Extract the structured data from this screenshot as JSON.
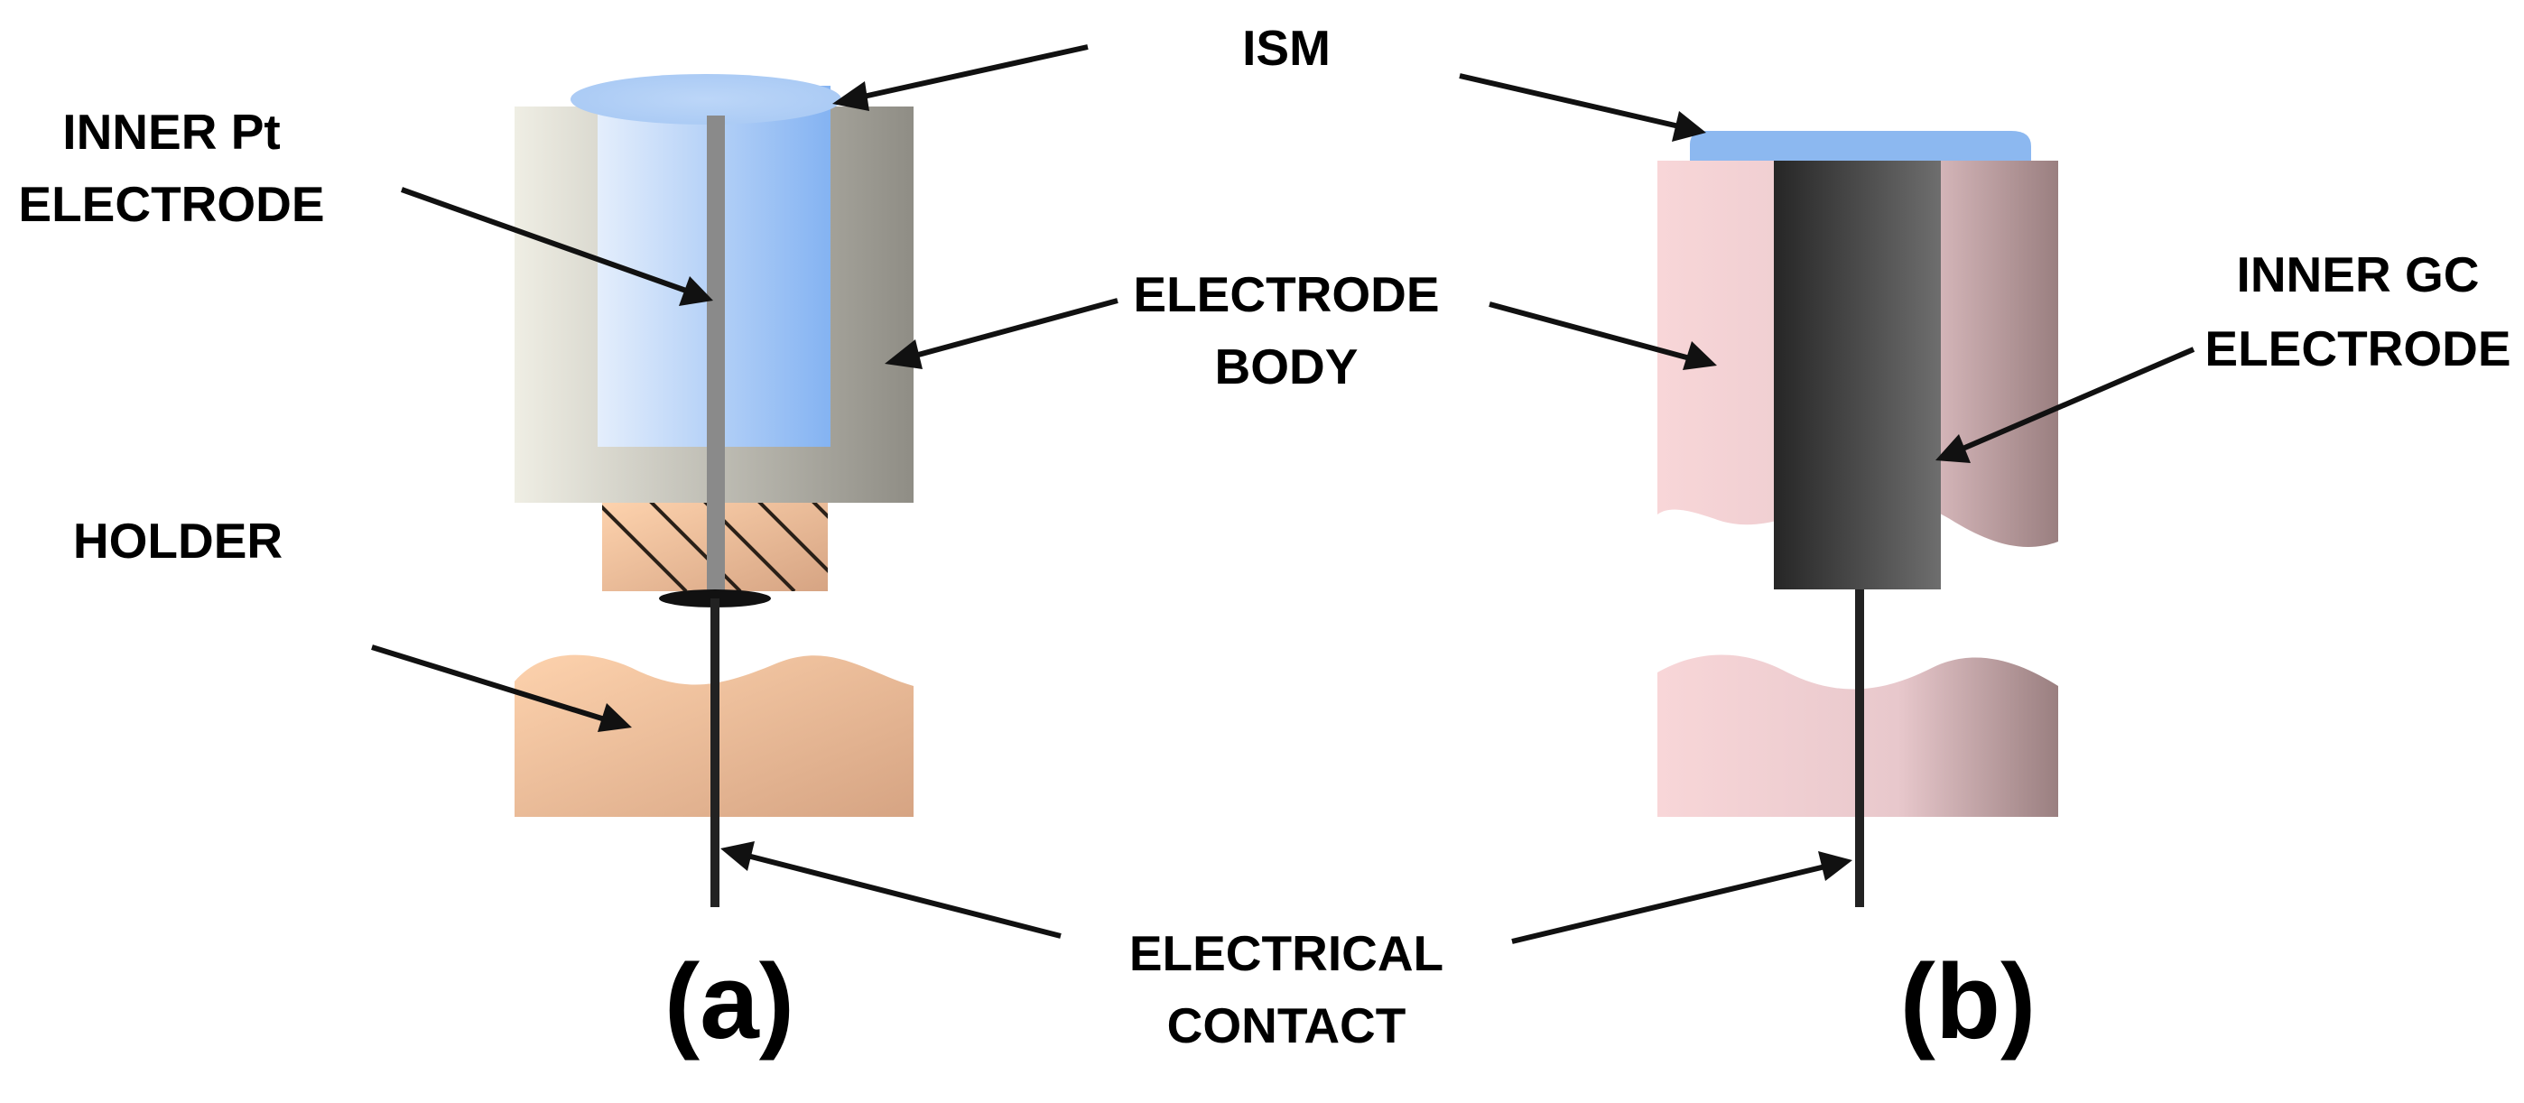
{
  "labels": {
    "ism": "ISM",
    "inner_pt_line1": "INNER Pt",
    "inner_pt_line2": "ELECTRODE",
    "electrode_body_line1": "ELECTRODE",
    "electrode_body_line2": "BODY",
    "holder": "HOLDER",
    "inner_gc_line1": "INNER GC",
    "inner_gc_line2": "ELECTRODE",
    "electrical_contact_line1": "ELECTRICAL",
    "electrical_contact_line2": "CONTACT",
    "panel_a": "(a)",
    "panel_b": "(b)"
  },
  "colors": {
    "ism_blue": "#8cb8f0",
    "body_grey_light": "#ecebe0",
    "body_grey_dark": "#918f86",
    "pt_wire": "#8a8a8a",
    "holder_orange": "#f8c39a",
    "body_pink": "#f6d2d4",
    "body_pink_dark": "#9e8283",
    "gc_dark": "#2f2f2f",
    "arrow": "#111111"
  }
}
